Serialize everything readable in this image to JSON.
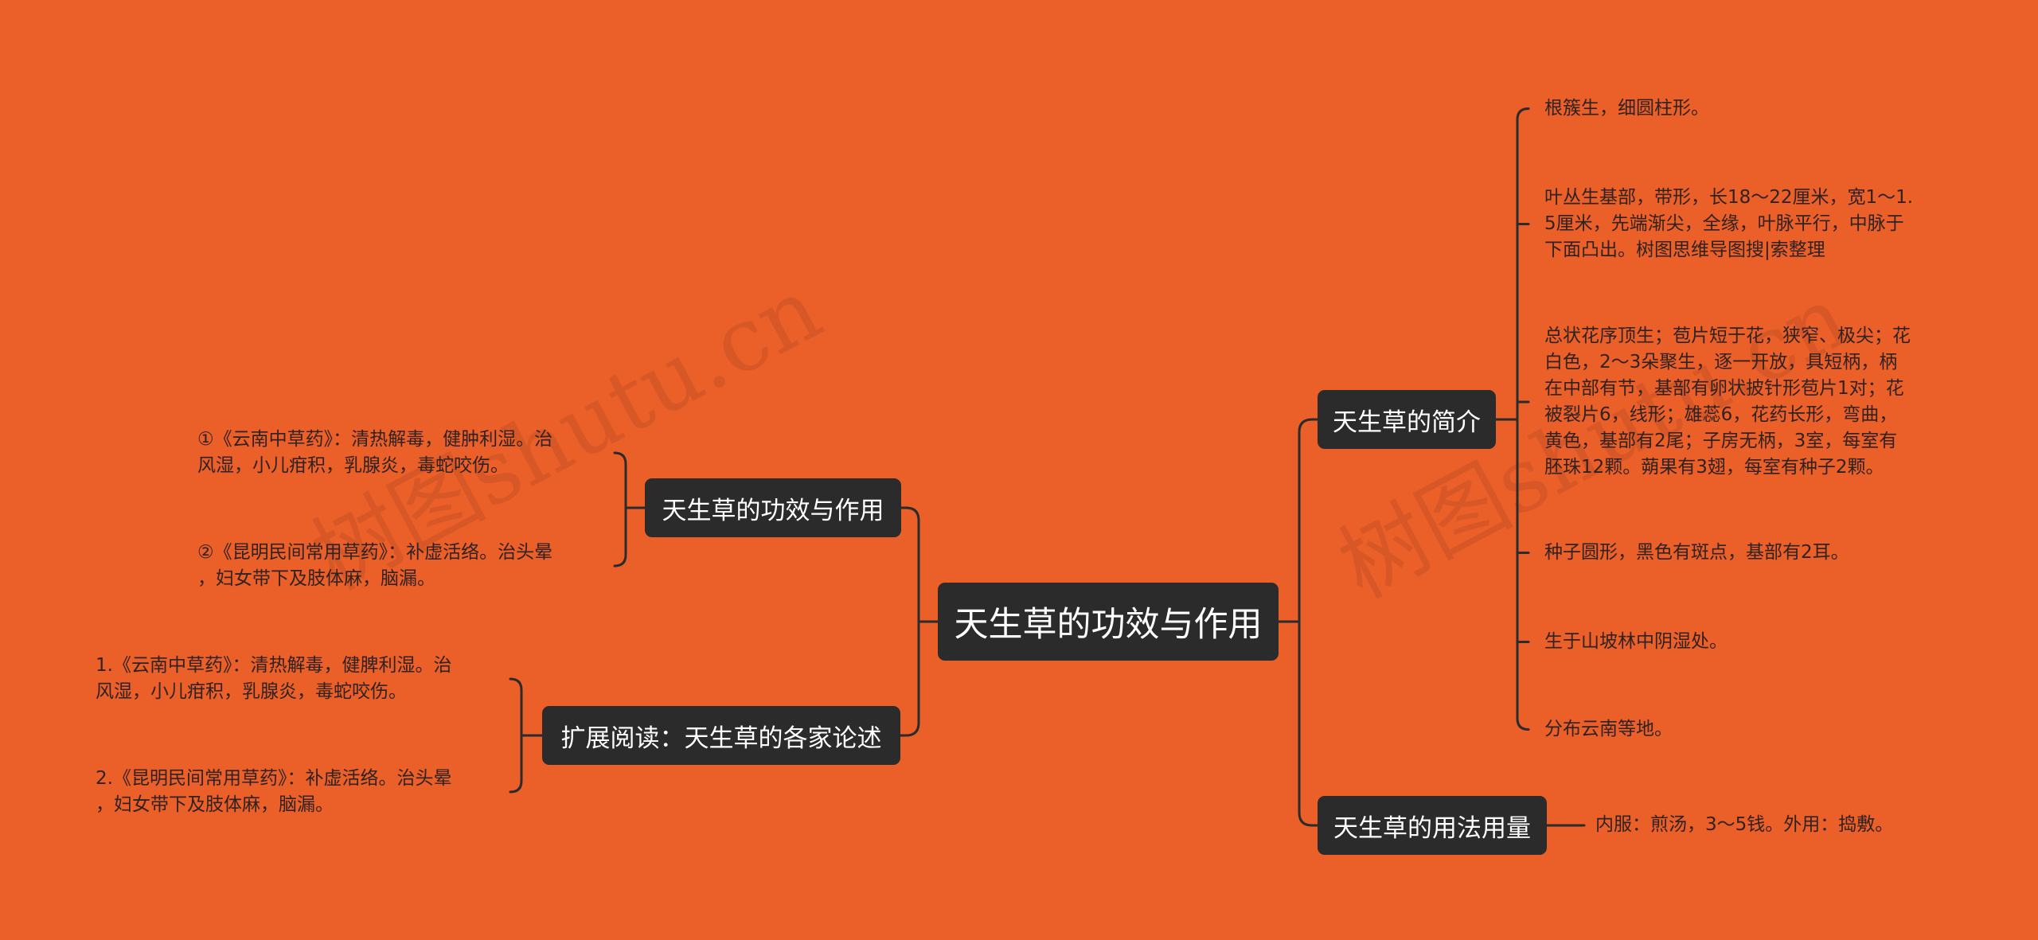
{
  "colors": {
    "background": "#EB5F28",
    "node_fill": "#2B2B2B",
    "node_text": "#FFFFFF",
    "line": "#2B2B2B",
    "leaf_text": "#2E2222"
  },
  "watermark": "树图shutu.cn",
  "root": {
    "label": "天生草的功效与作用"
  },
  "branches": {
    "intro": {
      "label": "天生草的简介",
      "items": [
        [
          "根簇生，细圆柱形。"
        ],
        [
          "叶丛生基部，带形，长18～22厘米，宽1～1.",
          "5厘米，先端渐尖，全缘，叶脉平行，中脉于",
          "下面凸出。树图思维导图搜|索整理"
        ],
        [
          "总状花序顶生；苞片短于花，狭窄、极尖；花",
          "白色，2～3朵聚生，逐一开放，具短柄，柄",
          "在中部有节，基部有卵状披针形苞片1对；花",
          "被裂片6，线形；雄蕊6，花药长形，弯曲，",
          "黄色，基部有2尾；子房无柄，3室，每室有",
          "胚珠12颗。蒴果有3翅，每室有种子2颗。"
        ],
        [
          "种子圆形，黑色有斑点，基部有2耳。"
        ],
        [
          "生于山坡林中阴湿处。"
        ],
        [
          "分布云南等地。"
        ]
      ]
    },
    "usage": {
      "label": "天生草的用法用量",
      "items": [
        [
          "内服：煎汤，3～5钱。外用：捣敷。"
        ]
      ]
    },
    "efficacy": {
      "label": "天生草的功效与作用",
      "items": [
        [
          "①《云南中草药》：清热解毒，健肿利湿。治",
          "风湿，小儿疳积，乳腺炎，毒蛇咬伤。"
        ],
        [
          "②《昆明民间常用草药》：补虚活络。治头晕",
          "，妇女带下及肢体麻，脑漏。"
        ]
      ]
    },
    "reading": {
      "label": "扩展阅读：天生草的各家论述",
      "items": [
        [
          "1.《云南中草药》：清热解毒，健脾利湿。治",
          "风湿，小儿疳积，乳腺炎，毒蛇咬伤。"
        ],
        [
          "2.《昆明民间常用草药》：补虚活络。治头晕",
          "，妇女带下及肢体麻，脑漏。"
        ]
      ]
    }
  }
}
